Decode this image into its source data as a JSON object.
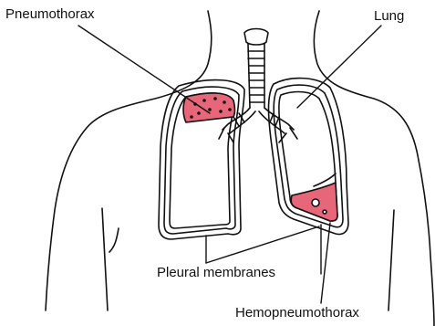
{
  "labels": {
    "pneumothorax": "Pneumothorax",
    "lung": "Lung",
    "pleural_membranes": "Pleural membranes",
    "hemopneumothorax": "Hemopneumothorax"
  },
  "colors": {
    "line": "#111111",
    "fill_pink": "#e8667a",
    "background": "#ffffff"
  }
}
